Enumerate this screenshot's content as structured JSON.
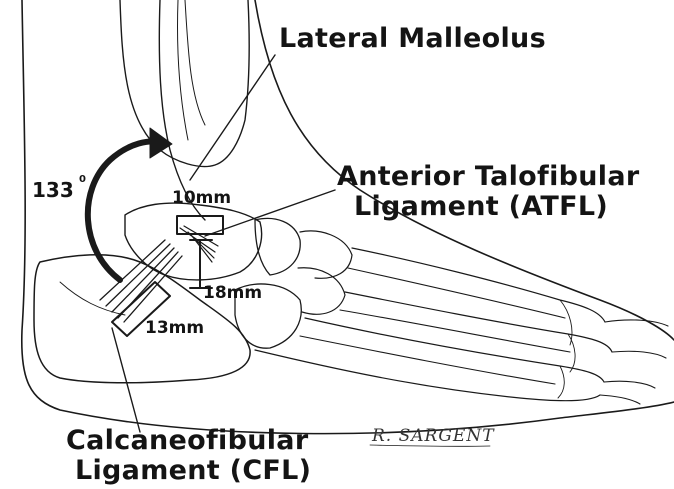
{
  "labels": {
    "lateral_malleolus": "Lateral Malleolus",
    "atfl_line1": "Anterior Talofibular",
    "atfl_line2": "Ligament (ATFL)",
    "cfl_line1": "Calcaneofibular",
    "cfl_line2": "Ligament (CFL)"
  },
  "measurements": {
    "angle": "133",
    "angle_unit": "0",
    "atfl_width": "10mm",
    "atfl_length": "18mm",
    "cfl_length": "13mm"
  },
  "signature": "R. SARGENT",
  "colors": {
    "line": "#1a1a1a",
    "background": "#ffffff"
  }
}
